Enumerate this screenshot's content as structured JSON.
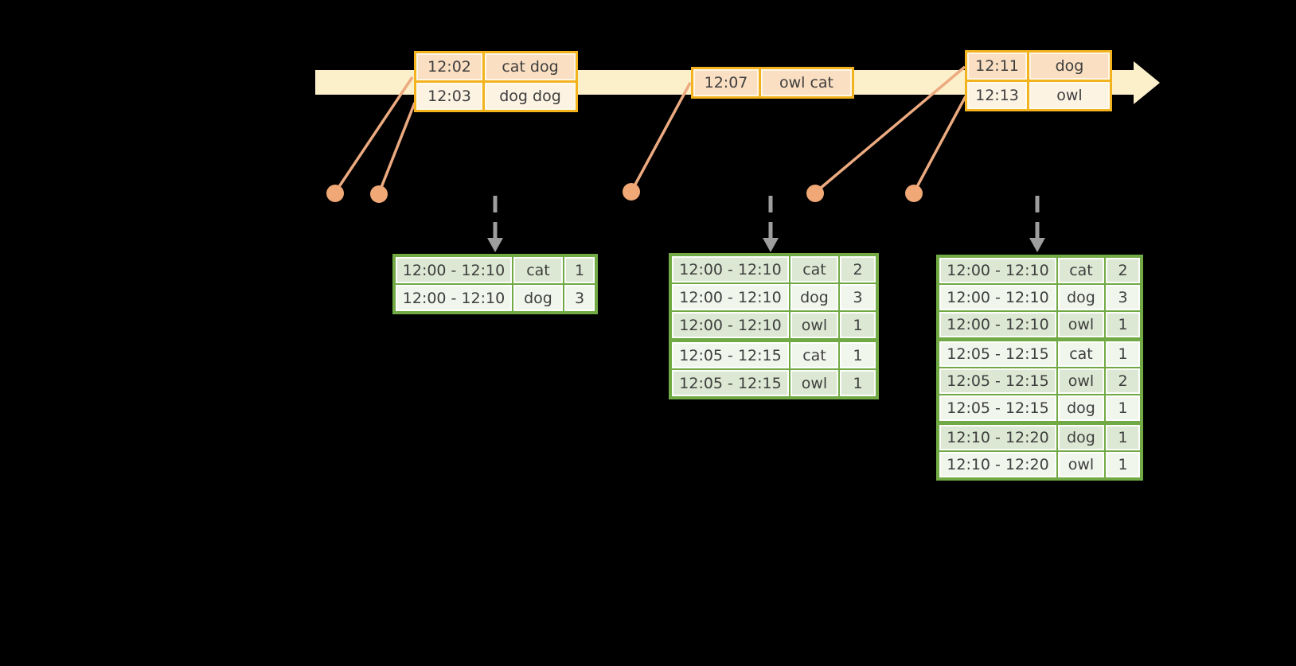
{
  "colors": {
    "background": "#000000",
    "timeline_band": "#FCF0CB",
    "event_table_border": "#F2B31F",
    "event_row_peach": "#FADFC2",
    "event_row_cream": "#FCF3E3",
    "event_marker_orange": "#F0A876",
    "connector_line_orange": "#ECAA80",
    "trigger_arrow_gray": "#9E9E9E",
    "result_table_border": "#71AA44",
    "result_row_sage": "#DCE8D3",
    "result_row_light": "#F1F6ED",
    "text": "#3E3E3E"
  },
  "timeline": {
    "event_tables": [
      {
        "rows": [
          [
            "12:02",
            "cat dog"
          ],
          [
            "12:03",
            "dog dog"
          ]
        ]
      },
      {
        "rows": [
          [
            "12:07",
            "owl cat"
          ]
        ]
      },
      {
        "rows": [
          [
            "12:11",
            "dog"
          ],
          [
            "12:13",
            "owl"
          ]
        ]
      }
    ]
  },
  "results": {
    "tables": [
      {
        "rows": [
          [
            "12:00 - 12:10",
            "cat",
            "1"
          ],
          [
            "12:00 - 12:10",
            "dog",
            "3"
          ]
        ],
        "group_starts": []
      },
      {
        "rows": [
          [
            "12:00 - 12:10",
            "cat",
            "2"
          ],
          [
            "12:00 - 12:10",
            "dog",
            "3"
          ],
          [
            "12:00 - 12:10",
            "owl",
            "1"
          ],
          [
            "12:05 - 12:15",
            "cat",
            "1"
          ],
          [
            "12:05 - 12:15",
            "owl",
            "1"
          ]
        ],
        "group_starts": [
          3
        ]
      },
      {
        "rows": [
          [
            "12:00 - 12:10",
            "cat",
            "2"
          ],
          [
            "12:00 - 12:10",
            "dog",
            "3"
          ],
          [
            "12:00 - 12:10",
            "owl",
            "1"
          ],
          [
            "12:05 - 12:15",
            "cat",
            "1"
          ],
          [
            "12:05 - 12:15",
            "owl",
            "2"
          ],
          [
            "12:05 - 12:15",
            "dog",
            "1"
          ],
          [
            "12:10 - 12:20",
            "dog",
            "1"
          ],
          [
            "12:10 - 12:20",
            "owl",
            "1"
          ]
        ],
        "group_starts": [
          3,
          6
        ]
      }
    ]
  }
}
